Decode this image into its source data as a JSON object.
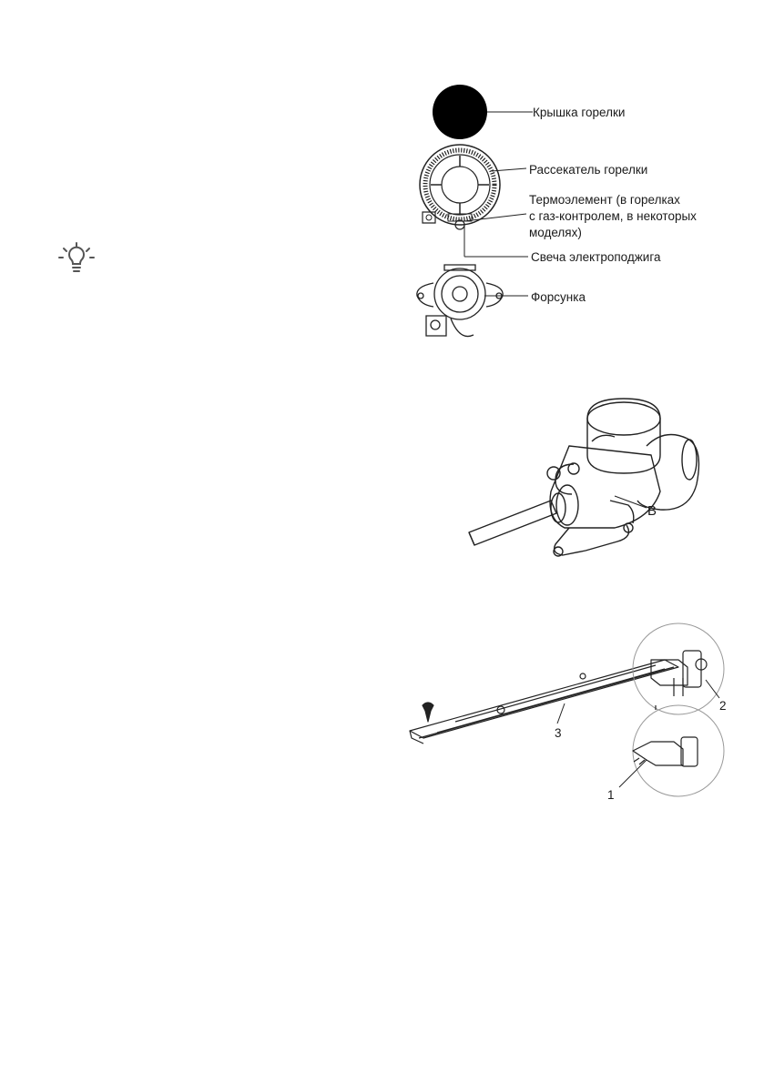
{
  "burner_diagram": {
    "labels": {
      "cap": "Крышка горелки",
      "spreader": "Рассекатель горелки",
      "thermo_line1": "Термоэлемент (в горелках",
      "thermo_line2": "с газ-контролем, в некоторых",
      "thermo_line3": "моделях)",
      "spark": "Свеча электроподжига",
      "injector": "Форсунка"
    }
  },
  "tip_icon": "lightbulb-icon",
  "valve_diagram": {
    "label_b": "B"
  },
  "rail_diagram": {
    "callout_1": "1",
    "callout_2": "2",
    "callout_3": "3"
  }
}
